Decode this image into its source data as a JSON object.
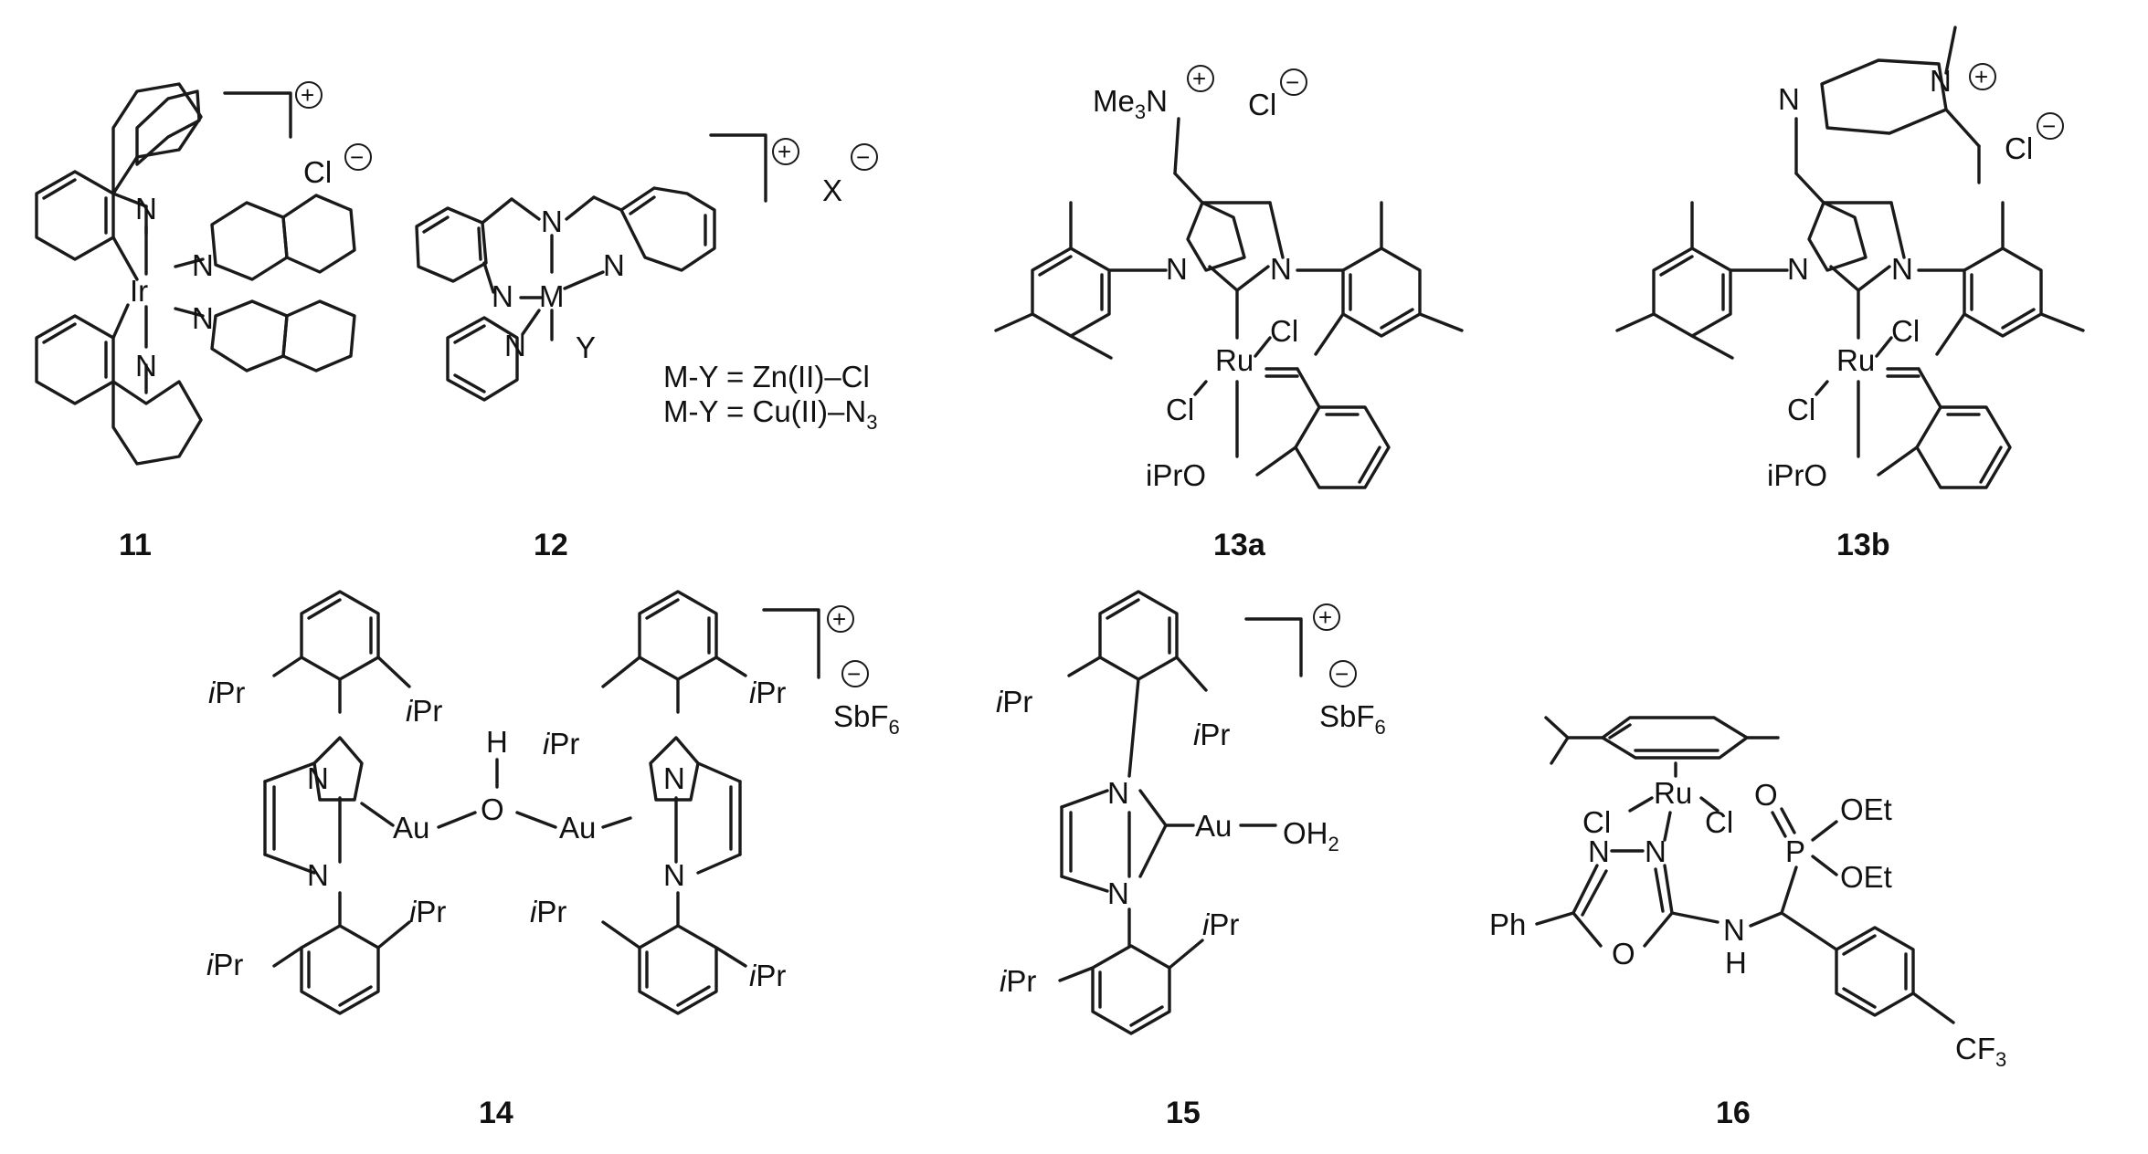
{
  "compounds": {
    "c11": {
      "label": "11",
      "metal": "Ir",
      "counterion": "Cl"
    },
    "c12": {
      "label": "12",
      "metal": "M",
      "ligand": "Y",
      "counterion": "X",
      "note1": "M-Y = Zn(II)–Cl",
      "note2_pre": "M-Y = Cu(II)–N",
      "note2_sub": "3"
    },
    "c13a": {
      "label": "13a",
      "metal": "Ru",
      "ammonium": "Me",
      "ammonium_sub": "3",
      "ammonium_n": "N",
      "counterion": "Cl",
      "cl": "Cl",
      "ether": "iPrO"
    },
    "c13b": {
      "label": "13b",
      "metal": "Ru",
      "counterion": "Cl",
      "cl": "Cl",
      "ether": "iPrO"
    },
    "c14": {
      "label": "14",
      "metal": "Au",
      "bridge_o": "O",
      "bridge_h": "H",
      "anion": "SbF",
      "anion_sub": "6",
      "ipr_i": "i",
      "ipr": "Pr"
    },
    "c15": {
      "label": "15",
      "metal": "Au",
      "water": "OH",
      "water_sub": "2",
      "anion": "SbF",
      "anion_sub": "6"
    },
    "c16": {
      "label": "16",
      "metal": "Ru",
      "cl": "Cl",
      "p": "P",
      "o": "O",
      "oet": "OEt",
      "ph": "Ph",
      "nh_n": "N",
      "nh_h": "H",
      "cf3": "CF",
      "cf3_sub": "3"
    }
  },
  "charges": {
    "plus": "+",
    "minus": "−"
  },
  "atoms": {
    "n": "N"
  }
}
